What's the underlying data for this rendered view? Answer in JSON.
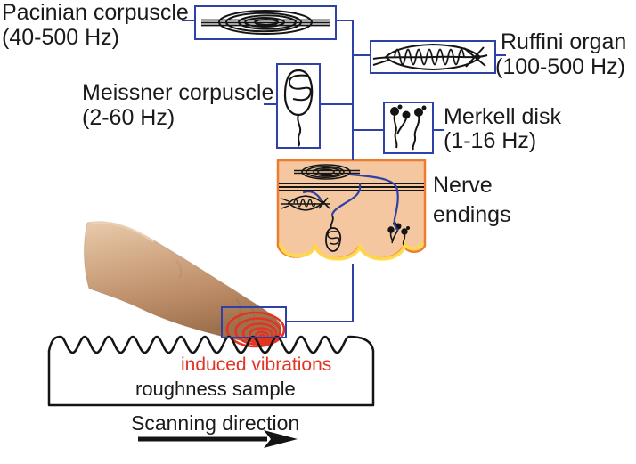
{
  "figure": {
    "receptors": [
      {
        "name": "Pacinian corpuscle",
        "range": "(40-500 Hz)"
      },
      {
        "name": "Ruffini organ",
        "range": "(100-500 Hz)"
      },
      {
        "name": "Meissner corpuscle",
        "range": "(2-60 Hz)"
      },
      {
        "name": "Merkell disk",
        "range": "(1-16 Hz)"
      }
    ],
    "skin_label": "Nerve endings",
    "vibration_label": "induced vibrations",
    "sample_label": "roughness sample",
    "scan_label": "Scanning direction",
    "colors": {
      "connector_blue": "#2e41a8",
      "skin_fill": "#f5c7a0",
      "skin_border": "#ee7c2e",
      "scallop_yellow": "#ffd94f",
      "vibration_red": "#e23323",
      "ink_black": "#1a1a1a"
    }
  }
}
